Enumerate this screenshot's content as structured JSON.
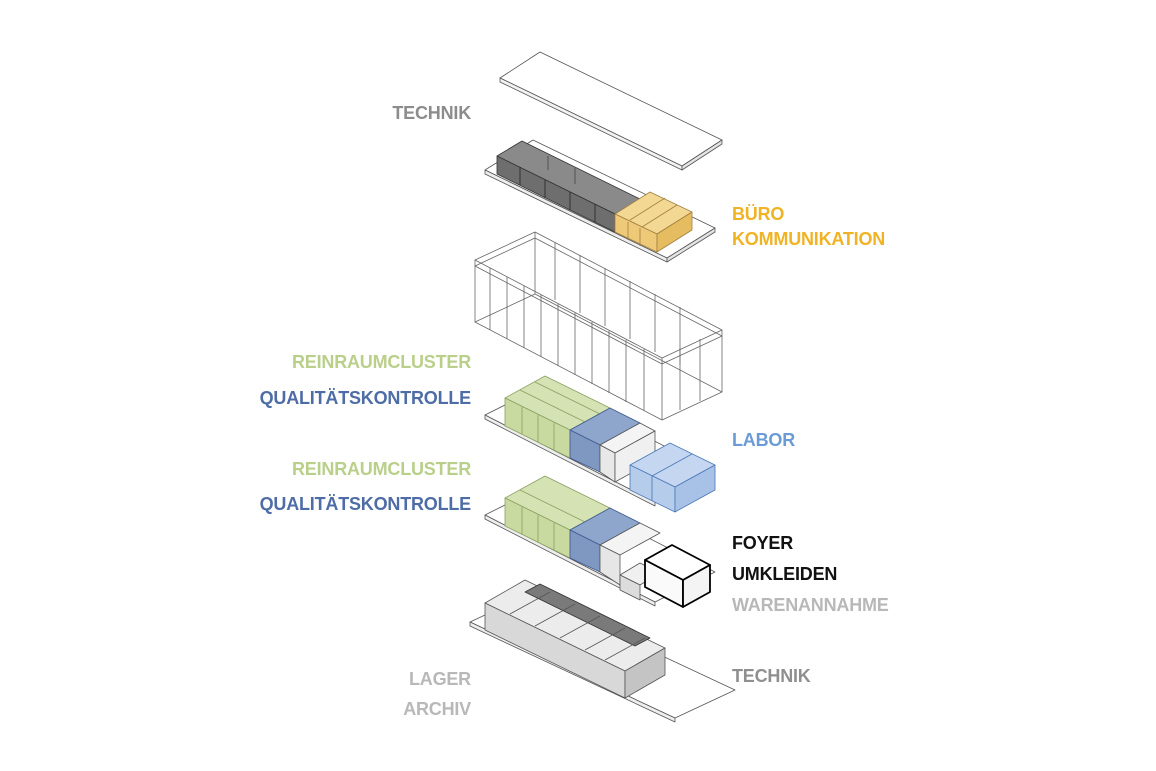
{
  "labels": {
    "technik_top": "TECHNIK",
    "buero": "BÜRO",
    "kommunikation": "KOMMUNIKATION",
    "reinraumcluster_upper": "REINRAUMCLUSTER",
    "qualitaetskontrolle_upper": "QUALITÄTSKONTROLLE",
    "labor": "LABOR",
    "reinraumcluster_lower": "REINRAUMCLUSTER",
    "qualitaetskontrolle_lower": "QUALITÄTSKONTROLLE",
    "foyer": "FOYER",
    "umkleiden": "UMKLEIDEN",
    "warenannahme": "WARENANNAHME",
    "technik_bottom": "TECHNIK",
    "lager": "LAGER",
    "archiv": "ARCHIV"
  },
  "colors": {
    "technik": "#8c8c8c",
    "buero": "#f0b323",
    "reinraum": "#b9cf8a",
    "qualitaet": "#4e6da6",
    "labor": "#6b9bd6",
    "foyer": "#111111",
    "grey_light": "#b8b8b8",
    "grey_mid": "#8f8f8f"
  }
}
